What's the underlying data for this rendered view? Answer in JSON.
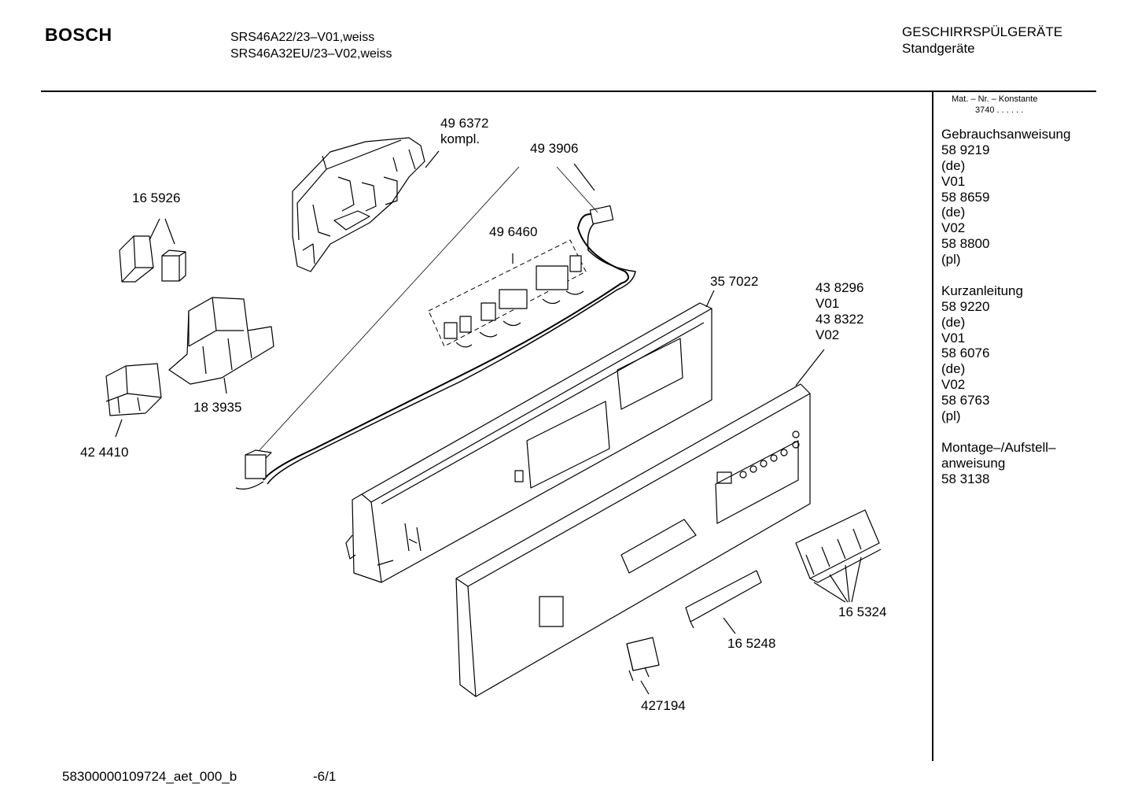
{
  "header": {
    "brand": "BOSCH",
    "models": [
      "SRS46A22/23–V01,weiss",
      "SRS46A32EU/23–V02,weiss"
    ],
    "category": "GESCHIRRSPÜLGERÄTE",
    "subcategory": "Standgeräte"
  },
  "sidebar": {
    "matnr_label": "Mat. – Nr. – Konstante",
    "matnr_value": "3740 . .   . . . .",
    "groups": [
      {
        "lines": [
          "Gebrauchsanweisung",
          "58 9219",
          "(de)",
          "V01",
          "58 8659",
          "(de)",
          "V02",
          "58 8800",
          "(pl)"
        ]
      },
      {
        "lines": [
          "Kurzanleitung",
          "58 9220",
          "(de)",
          "V01",
          "58 6076",
          "(de)",
          "V02",
          "58 6763",
          "(pl)"
        ]
      },
      {
        "lines": [
          "Montage–/Aufstell–",
          "anweisung",
          "58 3138"
        ]
      }
    ]
  },
  "parts": {
    "p496372": "49 6372",
    "p496372_sub": "kompl.",
    "p493906": "49 3906",
    "p165926": "16 5926",
    "p496460": "49 6460",
    "p357022": "35 7022",
    "p438296": "43 8296",
    "p438296_v1": "V01",
    "p438322": "43 8322",
    "p438322_v2": "V02",
    "p183935": "18 3935",
    "p424410": "42 4410",
    "p165324": "16 5324",
    "p165248": "16 5248",
    "p427194": "427194"
  },
  "footer": {
    "doc_id": "58300000109724_aet_000_b",
    "page": "-6/1"
  }
}
